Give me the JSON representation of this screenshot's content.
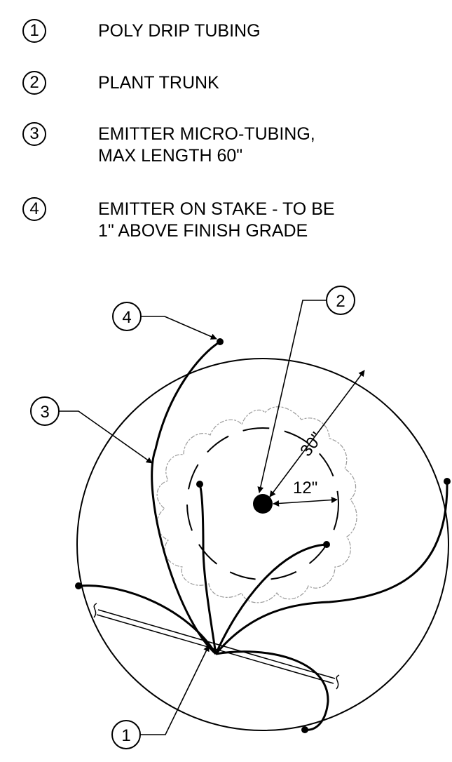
{
  "legend": [
    {
      "number": "1",
      "text": "POLY DRIP TUBING"
    },
    {
      "number": "2",
      "text": "PLANT TRUNK"
    },
    {
      "number": "3",
      "text": "EMITTER MICRO-TUBING,\nMAX LENGTH 60\""
    },
    {
      "number": "4",
      "text": "EMITTER ON STAKE - TO BE\n1\" ABOVE FINISH GRADE"
    }
  ],
  "callouts": {
    "one": "1",
    "two": "2",
    "three": "3",
    "four": "4"
  },
  "dimensions": {
    "outer": "30\"",
    "inner": "12\""
  }
}
